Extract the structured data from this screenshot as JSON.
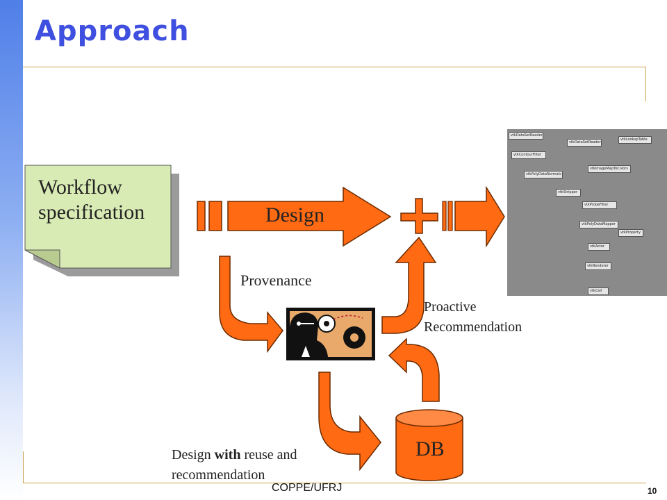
{
  "slide": {
    "title": "Approach",
    "footer": "COPPE/UFRJ",
    "page_number": "10"
  },
  "diagram": {
    "note": {
      "line1": "Workflow",
      "line2": "specification"
    },
    "arrows": {
      "design": "Design",
      "provenance": "Provenance",
      "proactive": {
        "line1": "Proactive",
        "line2": "Recommendation"
      }
    },
    "reuse": {
      "prefix": "Design ",
      "bold": "with",
      "suffix": " reuse and",
      "line2": "recommendation"
    },
    "db_label": "DB",
    "workflow_nodes": [
      "vtkDataSetReader",
      "vtkContourFilter",
      "vtkPolyDataNormals",
      "vtkDataSetReader",
      "vtkLookupTable",
      "vtkImageMapToColors",
      "vtkStripper",
      "vtkProbeFilter",
      "vtkPolyDataMapper",
      "vtkProperty",
      "vtkActor",
      "vtkRenderer",
      "vtkCell"
    ]
  },
  "colors": {
    "arrow": "#ff6a13",
    "arrow_outline": "#6b2b00",
    "note": "#d9ebb4",
    "title": "#3f4fe0"
  }
}
